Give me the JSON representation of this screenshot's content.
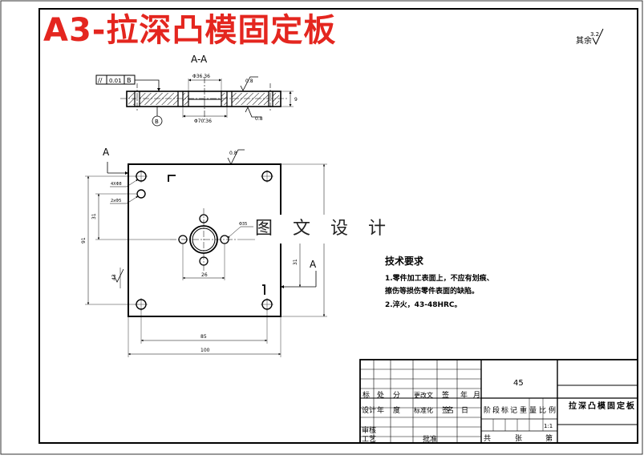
{
  "title": "A3-拉深凸模固定板",
  "watermark": "图 文 设 计",
  "roughness": {
    "label": "其余",
    "value": "3.2"
  },
  "section_view": {
    "label": "A-A",
    "tolerance": {
      "symbol": "//",
      "value": "0.01",
      "datum": "B"
    },
    "datum_label": "B",
    "dims": {
      "top_diameter": "Φ36.36",
      "bottom_diameter": "Φ70.36",
      "thickness": "9"
    },
    "roughness_top": "0.8",
    "roughness_bottom": "0.8"
  },
  "plan_view": {
    "section_mark": "A",
    "roughness": "0.8",
    "hole_notes": [
      "4XΦ8",
      "2xΦ5"
    ],
    "dims": {
      "left_outer": "91",
      "left_inner": "31",
      "left_small": "43",
      "center_hole": "Φ35",
      "center_width": "26",
      "right_inner": "31",
      "bottom_inner": "85",
      "bottom_outer": "100"
    }
  },
  "tech_requirements": {
    "heading": "技术要求",
    "items": [
      "1.零件加工表面上，不应有划痕、",
      "擦伤等损伤零件表面的缺陷。",
      "2.淬火，43-48HRC。"
    ]
  },
  "title_block": {
    "material": "45",
    "part_name": "拉深凸模固定板",
    "row1": [
      "标",
      "处",
      "分",
      "更改文",
      "签",
      "年",
      "月"
    ],
    "row2": [
      "设计",
      "年",
      "度",
      "标准化",
      "签",
      "名",
      "日"
    ],
    "row2_right": [
      "阶",
      "段",
      "标",
      "记",
      "重",
      "量",
      "比",
      "例"
    ],
    "scale": "1:1",
    "side_labels": [
      "审核",
      "工艺"
    ],
    "approve": "批准",
    "sheet_labels": [
      "共",
      "张",
      "第"
    ]
  }
}
